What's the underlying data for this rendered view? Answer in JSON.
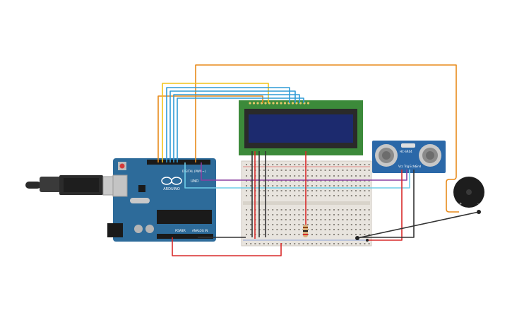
{
  "arduino": {
    "brand": "ARDUINO",
    "model": "UNO",
    "digital_label": "DIGITAL (PWM~)",
    "power_label": "POWER",
    "analog_label": "ANALOG IN",
    "board_color": "#2d6b9a"
  },
  "ultrasonic": {
    "model": "HC-SR04",
    "pins": [
      "Vcc",
      "Trig",
      "Echo",
      "Gnd"
    ]
  },
  "lcd": {
    "screen_color": "#1c2a6e",
    "pcb_color": "#3c8a3a"
  },
  "breadboard": {
    "color": "#e8e4de"
  },
  "buzzer": {
    "plus_label": "+",
    "minus_label": "-"
  },
  "wires": {
    "orange": "#e88a1a",
    "yellow": "#f2c418",
    "blue": "#2e9bd6",
    "light_blue": "#6ecde8",
    "red": "#d92a2a",
    "black": "#333333",
    "purple": "#8b3fa0"
  }
}
